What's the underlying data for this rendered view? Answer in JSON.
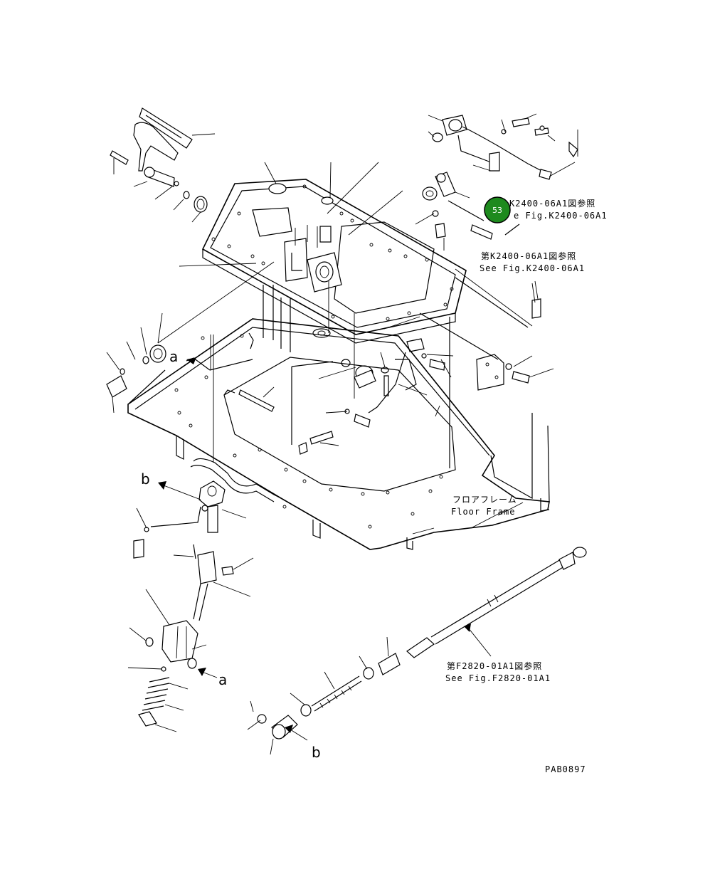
{
  "references": {
    "top_partial": {
      "jp": "K2400-06A1図参照",
      "en": "e Fig.K2400-06A1"
    },
    "middle": {
      "jp": "第K2400-06A1図参照",
      "en": "See Fig.K2400-06A1"
    },
    "cable": {
      "jp": "第F2820-01A1図参照",
      "en": "See Fig.F2820-01A1"
    }
  },
  "floor_frame": {
    "jp": "フロアフレーム",
    "en": "Floor Frame"
  },
  "markers": {
    "a": "a",
    "b": "b"
  },
  "hotspot": {
    "number": "53",
    "color": "#1e8a1e"
  },
  "figure_code": "PAB0897"
}
